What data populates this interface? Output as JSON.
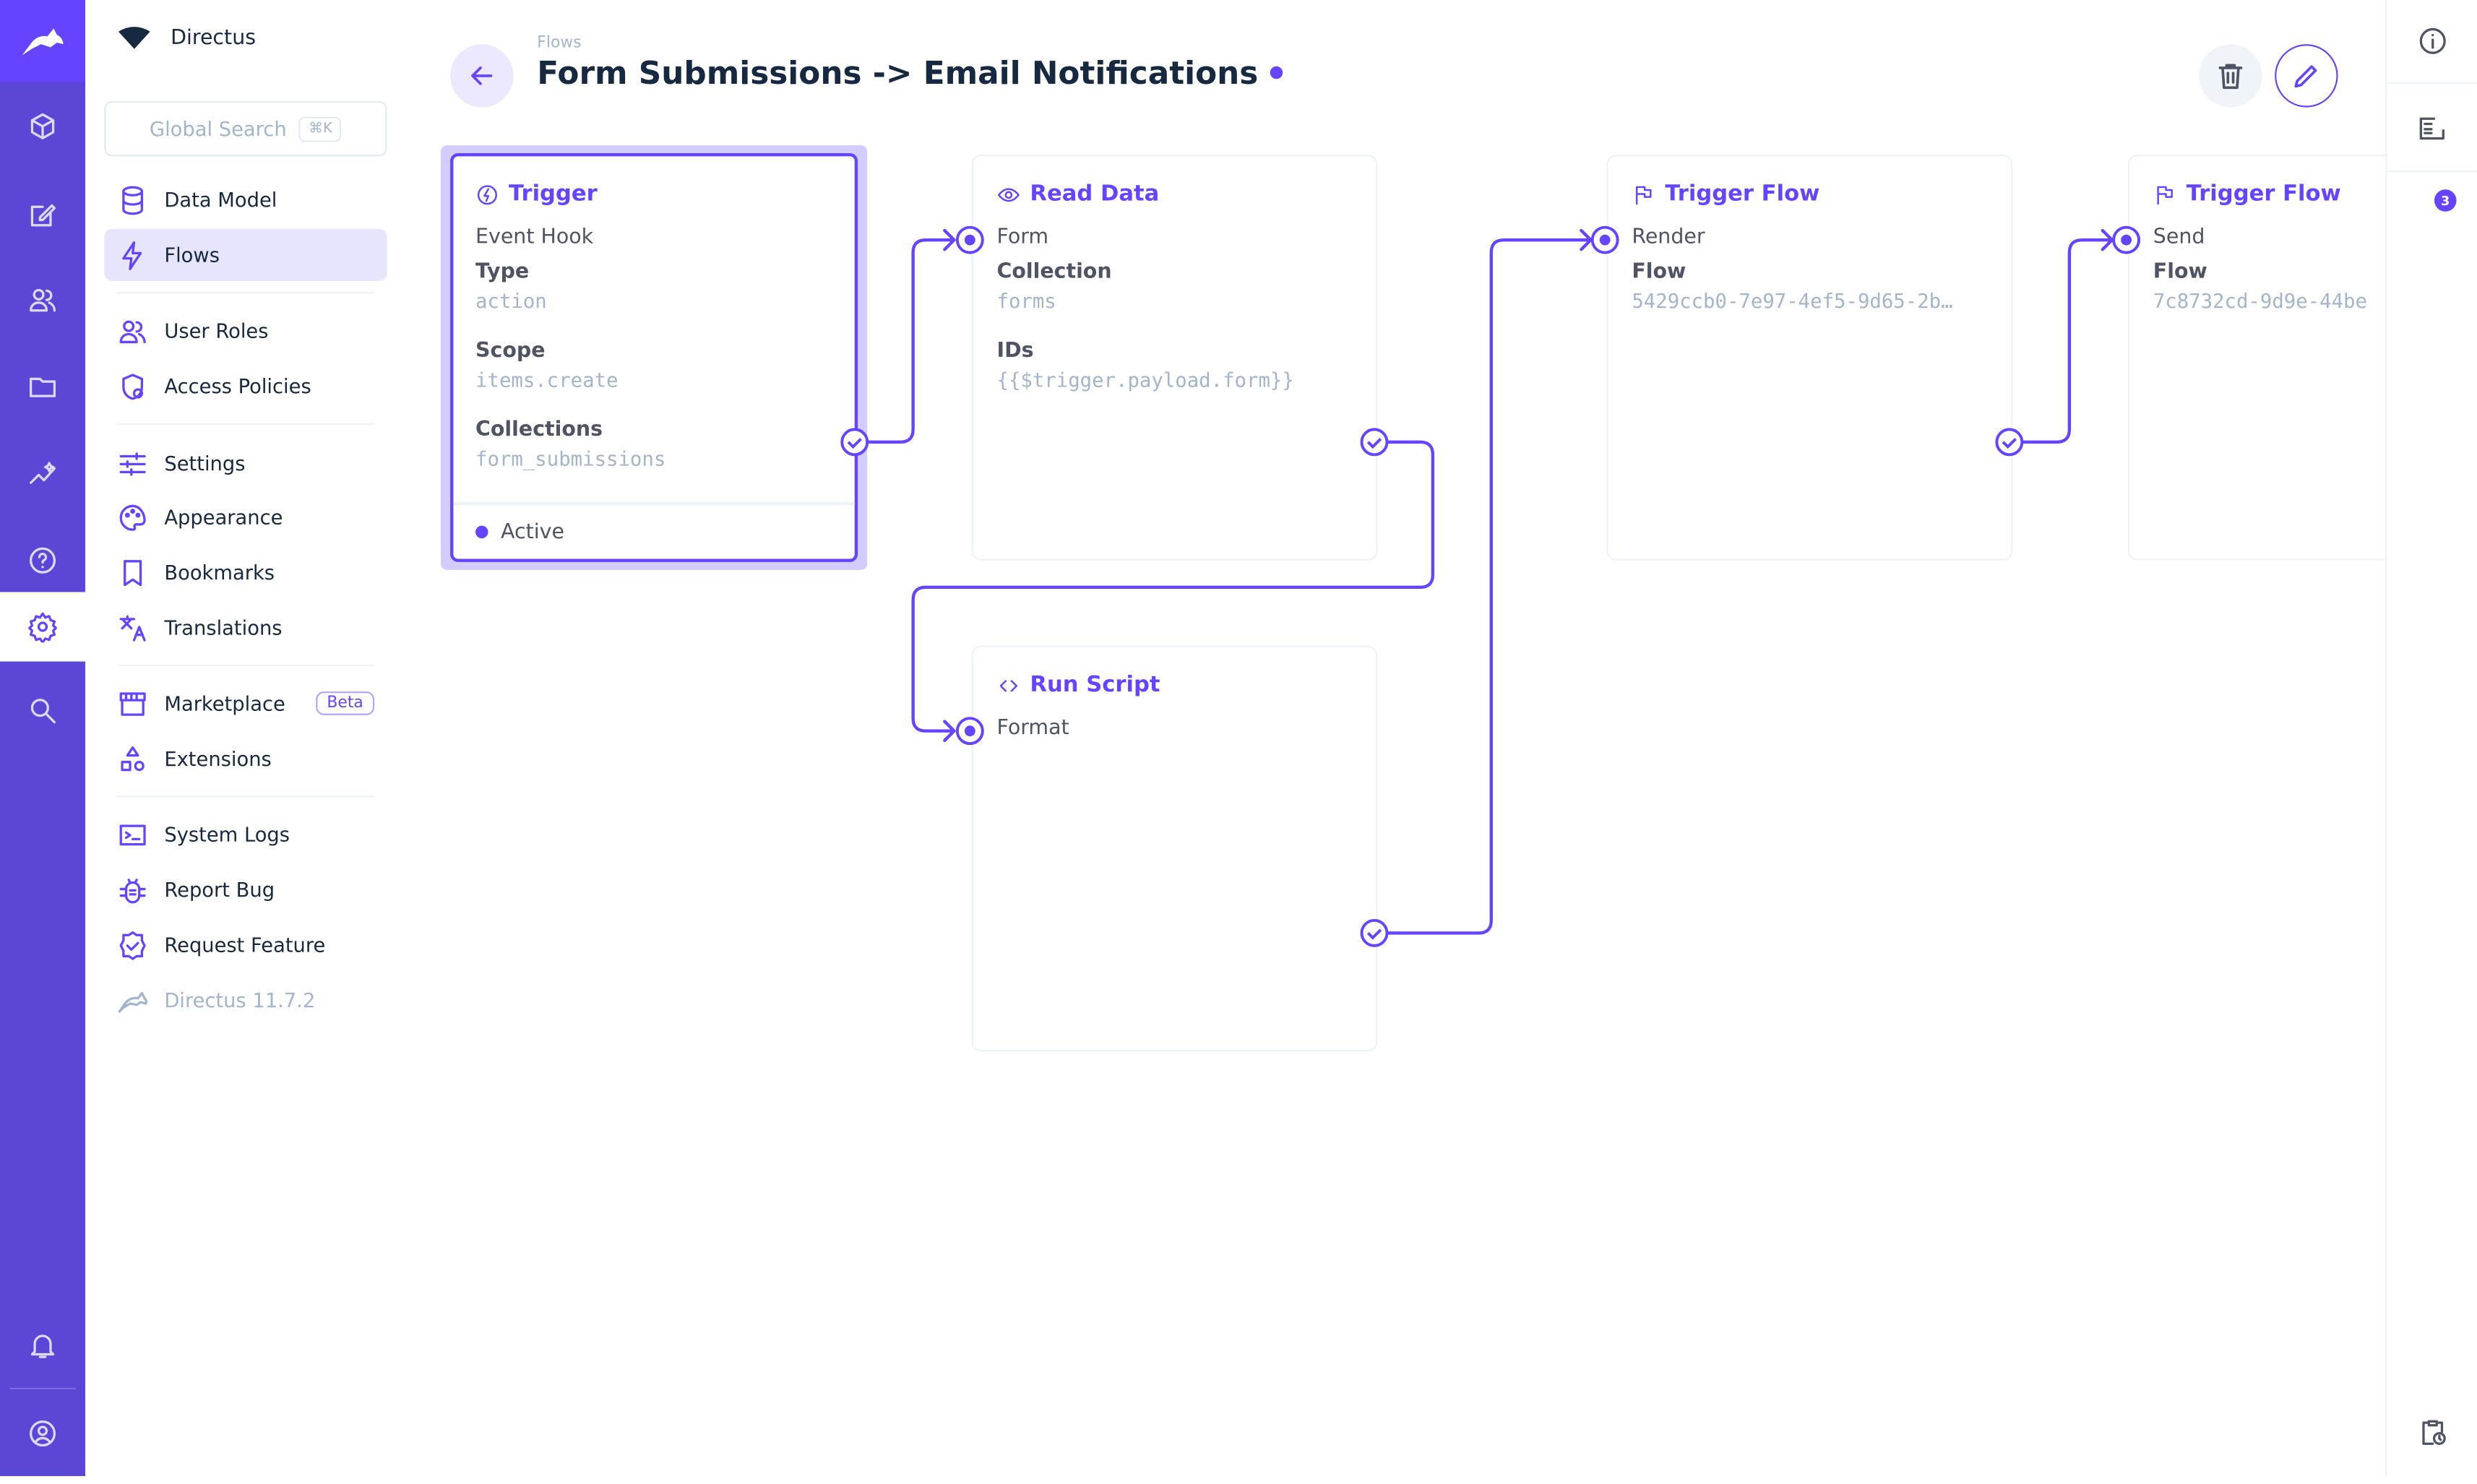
{
  "brand": {
    "project_name": "Directus"
  },
  "search": {
    "placeholder": "Global Search",
    "shortcut": "⌘K"
  },
  "rail": {
    "items": [
      "logo-icon",
      "cube-icon",
      "edit-icon",
      "users-icon",
      "folder-icon",
      "insights-icon",
      "help-icon",
      "settings-icon",
      "search-icon",
      "bell-icon",
      "account-icon"
    ],
    "selected": "settings-icon"
  },
  "nav": {
    "items": [
      {
        "label": "Data Model",
        "icon": "database-icon"
      },
      {
        "label": "Flows",
        "icon": "bolt-icon",
        "active": true
      },
      {
        "label": "User Roles",
        "icon": "users-icon"
      },
      {
        "label": "Access Policies",
        "icon": "shield-icon"
      },
      {
        "label": "Settings",
        "icon": "sliders-icon"
      },
      {
        "label": "Appearance",
        "icon": "palette-icon"
      },
      {
        "label": "Bookmarks",
        "icon": "bookmark-icon"
      },
      {
        "label": "Translations",
        "icon": "translate-icon"
      },
      {
        "label": "Marketplace",
        "icon": "store-icon",
        "badge": "Beta"
      },
      {
        "label": "Extensions",
        "icon": "shapes-icon"
      },
      {
        "label": "System Logs",
        "icon": "terminal-icon"
      },
      {
        "label": "Report Bug",
        "icon": "bug-icon"
      },
      {
        "label": "Request Feature",
        "icon": "verified-icon"
      },
      {
        "label": "Directus 11.7.2",
        "icon": "directus-icon"
      }
    ]
  },
  "header": {
    "breadcrumb": "Flows",
    "title": "Form Submissions -> Email Notifications",
    "status_dot_color": "#6644ff"
  },
  "flow": {
    "trigger": {
      "title": "Trigger",
      "name": "Event Hook",
      "fields": [
        {
          "label": "Type",
          "value": "action"
        },
        {
          "label": "Scope",
          "value": "items.create"
        },
        {
          "label": "Collections",
          "value": "form_submissions"
        }
      ],
      "status": "Active"
    },
    "operations": [
      {
        "title": "Read Data",
        "icon": "eye-icon",
        "name": "Form",
        "fields": [
          {
            "label": "Collection",
            "value": "forms"
          },
          {
            "label": "IDs",
            "value": "{{$trigger.payload.form}}"
          }
        ]
      },
      {
        "title": "Run Script",
        "icon": "code-icon",
        "name": "Format",
        "fields": []
      },
      {
        "title": "Trigger Flow",
        "icon": "flag-icon",
        "name": "Render",
        "fields": [
          {
            "label": "Flow",
            "value": "5429ccb0-7e97-4ef5-9d65-2b…"
          }
        ]
      },
      {
        "title": "Trigger Flow",
        "icon": "flag-icon",
        "name": "Send",
        "fields": [
          {
            "label": "Flow",
            "value": "7c8732cd-9d9e-44be"
          }
        ]
      }
    ]
  },
  "sidebar_right": {
    "notifications_count": "3"
  },
  "colors": {
    "accent": "#6644ff",
    "rail": "#5b46d6"
  }
}
